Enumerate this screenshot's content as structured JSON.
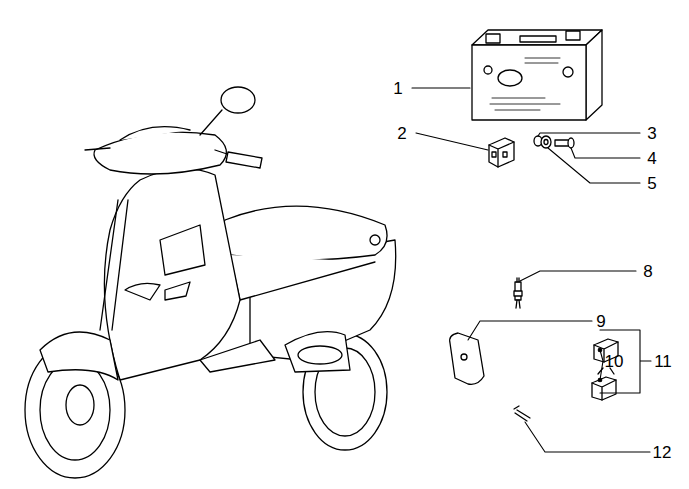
{
  "diagram": {
    "labels": [
      "1",
      "2",
      "3",
      "4",
      "5",
      "8",
      "9",
      "10",
      "11",
      "12"
    ]
  }
}
